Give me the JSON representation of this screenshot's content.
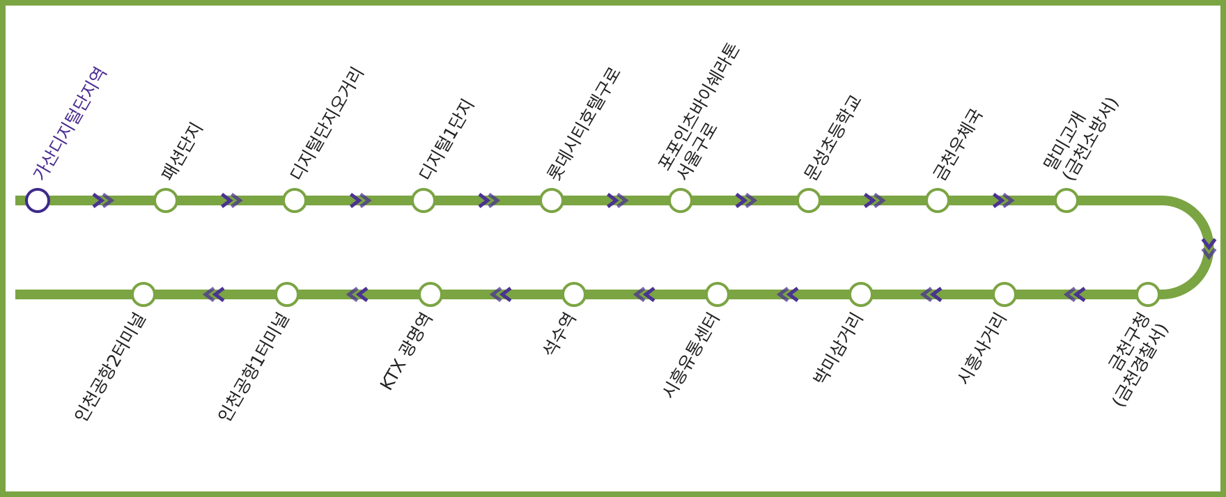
{
  "colors": {
    "line": "#7ba443",
    "current": "#3e2a8a",
    "arrow": "#4a3392",
    "label": "#222222",
    "current_label": "#4a2c92",
    "background": "#ffffff"
  },
  "route": {
    "current_stop_index": 0,
    "upper_stops": [
      {
        "label": [
          "가산디지털단지역"
        ]
      },
      {
        "label": [
          "패션단지"
        ]
      },
      {
        "label": [
          "디지털단지오거리"
        ]
      },
      {
        "label": [
          "디지털1단지"
        ]
      },
      {
        "label": [
          "롯데시티호텔구로"
        ]
      },
      {
        "label": [
          "포포인츠바이쉐라톤",
          "서울구로"
        ]
      },
      {
        "label": [
          "문성초등학교"
        ]
      },
      {
        "label": [
          "금천우체국"
        ]
      },
      {
        "label": [
          "말미고개",
          "(금천소방서)"
        ]
      }
    ],
    "lower_stops": [
      {
        "label": [
          "금천구청",
          "(금천경찰서)"
        ]
      },
      {
        "label": [
          "시흥사거리"
        ]
      },
      {
        "label": [
          "박미삼거리"
        ]
      },
      {
        "label": [
          "시흥유통센터"
        ]
      },
      {
        "label": [
          "석수역"
        ]
      },
      {
        "label": [
          "KTX 광명역"
        ]
      },
      {
        "label": [
          "인천공항1터미널"
        ]
      },
      {
        "label": [
          "인천공항2터미널"
        ]
      }
    ],
    "direction_icon": "double-chevron-icon"
  }
}
